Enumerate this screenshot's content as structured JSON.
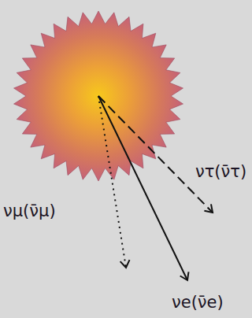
{
  "diagram": {
    "labels": [
      "ντ(ν̄τ)",
      "νμ(ν̄μ)",
      "νe(ν̄e)"
    ]
  }
}
